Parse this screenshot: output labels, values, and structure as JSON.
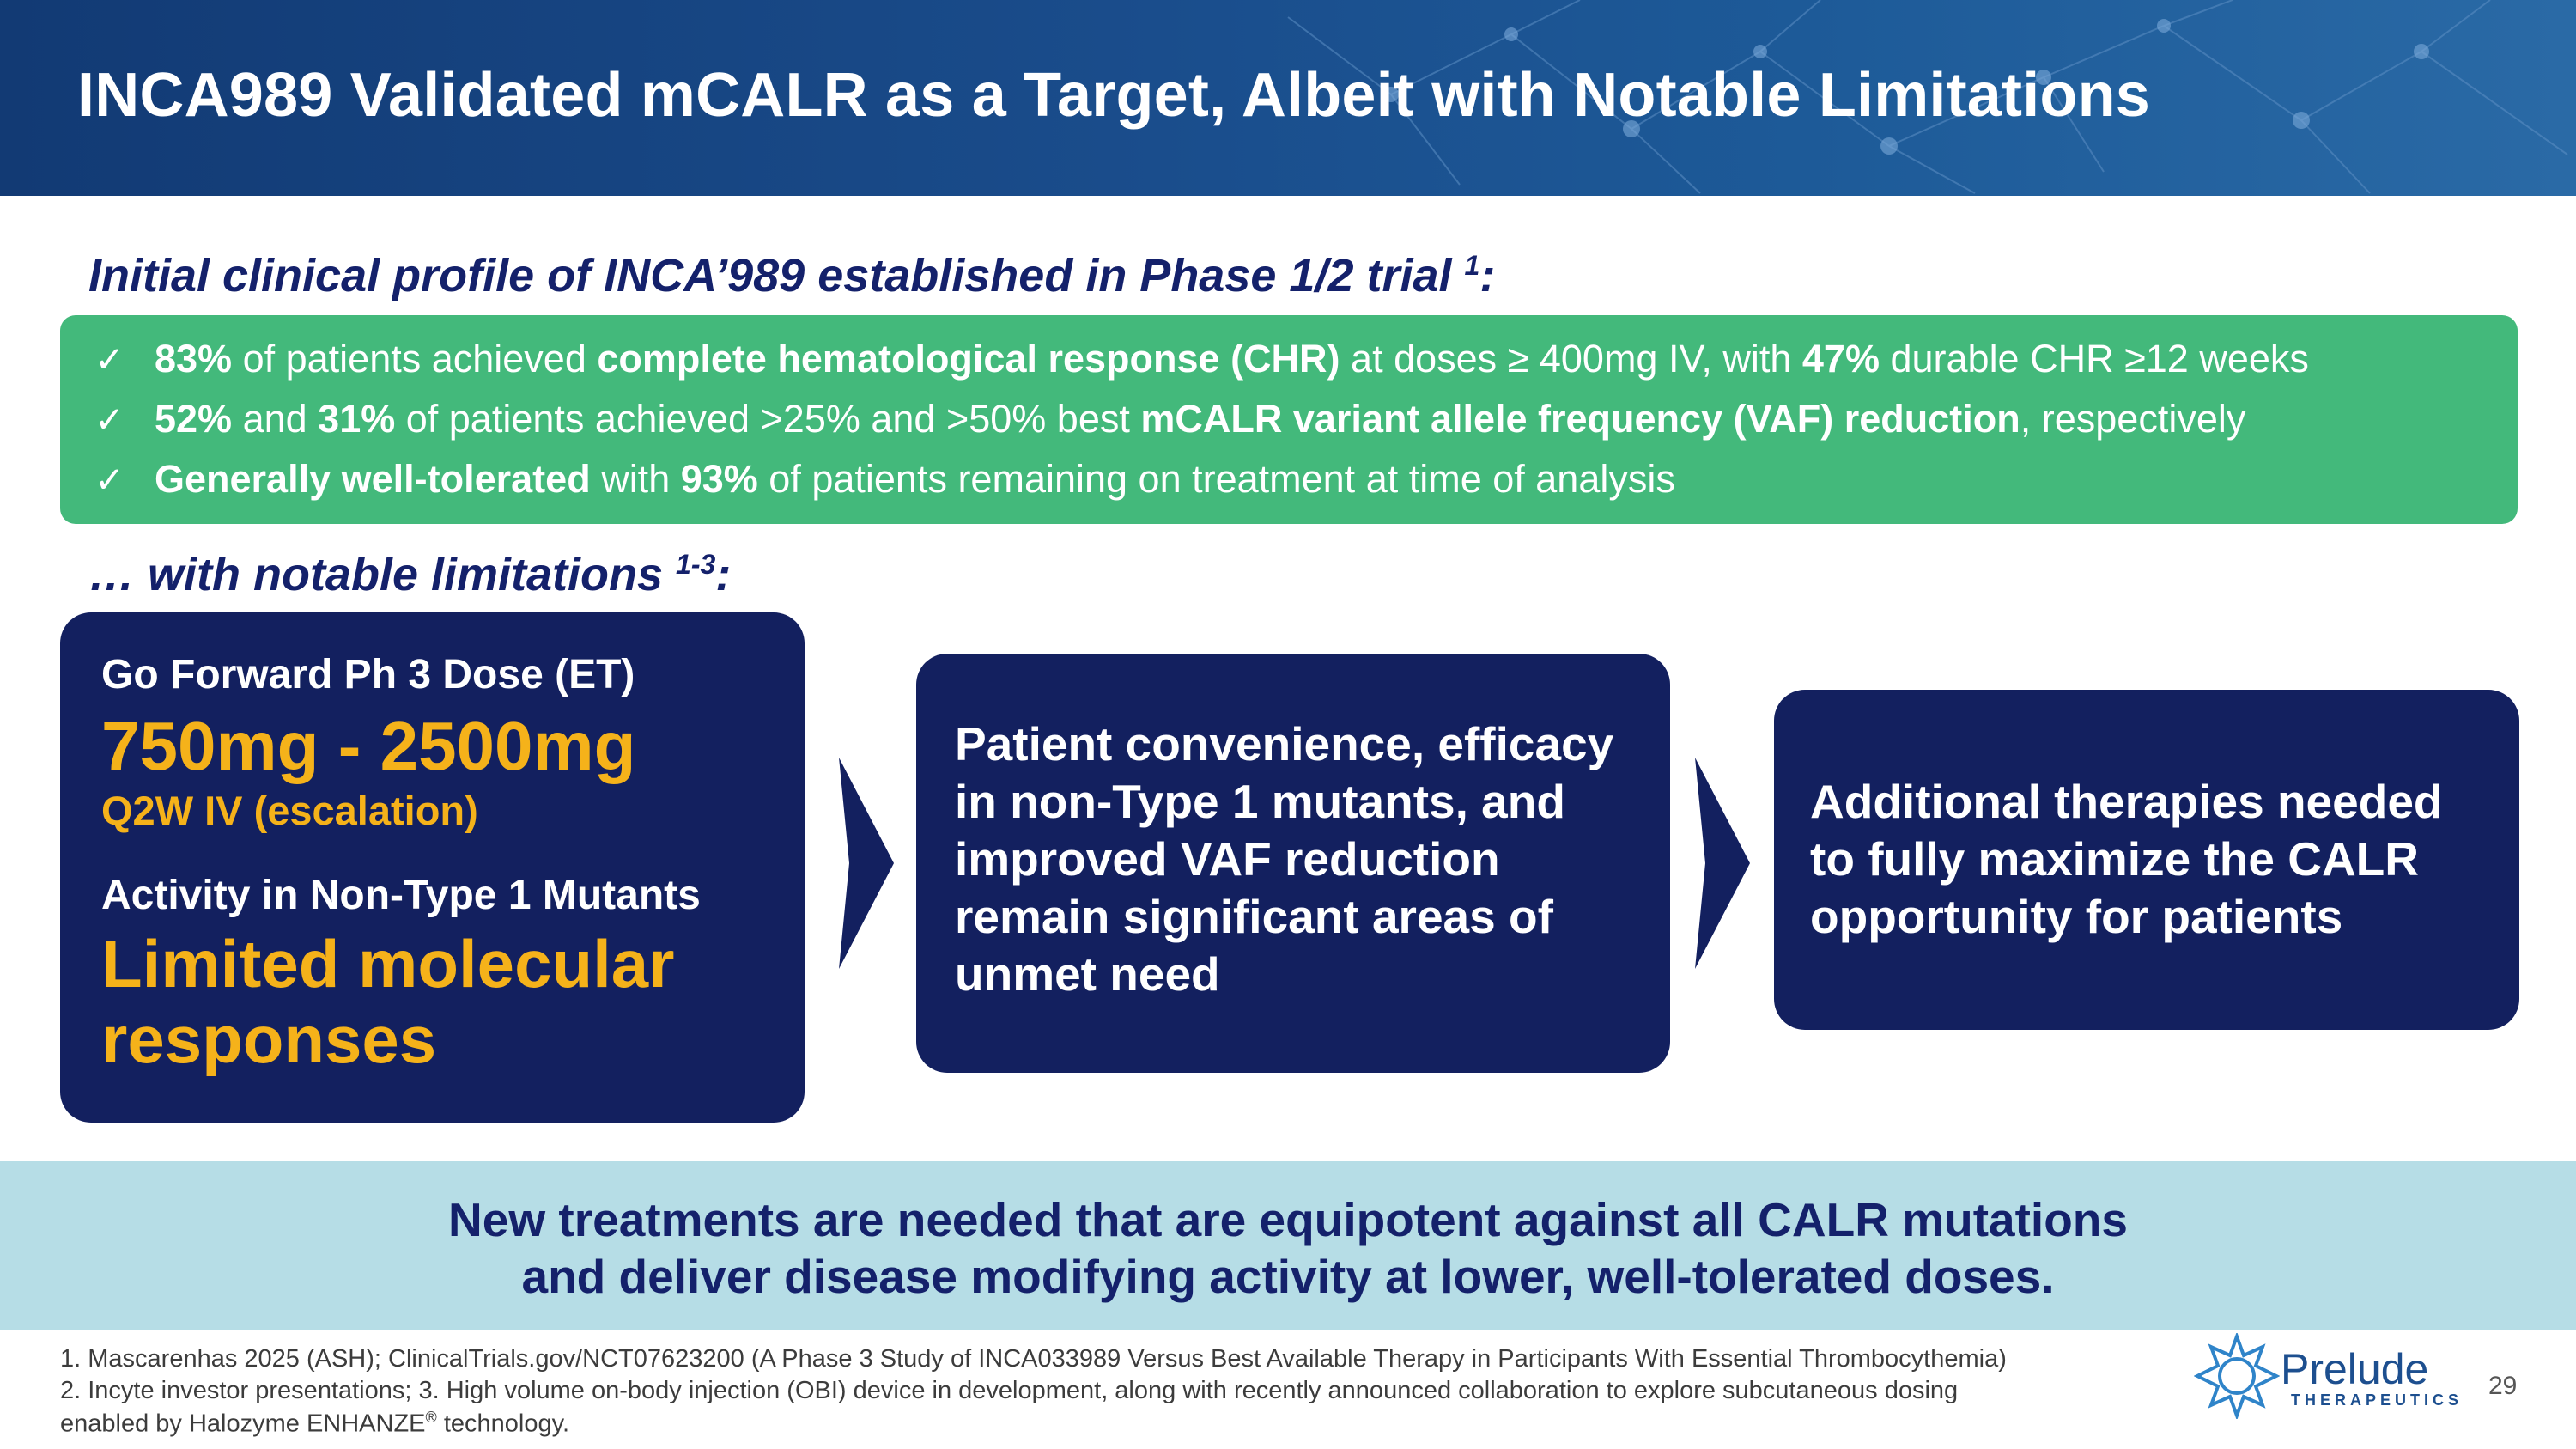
{
  "header": {
    "title": "INCA989 Validated mCALR as a Target, Albeit with Notable Limitations"
  },
  "profile": {
    "heading": "Initial clinical profile of INCA’989 established in Phase 1/2 trial",
    "heading_sup": "1",
    "heading_suffix": ":",
    "bullets": [
      {
        "icon": "checkmark-icon",
        "b1": "83%",
        "t1": " of patients achieved ",
        "b2": "complete hematological response (CHR)",
        "t2": " at doses ≥ 400mg IV, with ",
        "b3": "47%",
        "t3": " durable CHR ≥12 weeks"
      },
      {
        "icon": "checkmark-icon",
        "b1": "52%",
        "t1": " and ",
        "b2": "31%",
        "t2": " of patients achieved >25% and >50% best ",
        "b3": "mCALR variant allele frequency (VAF) reduction",
        "t3": ", respectively"
      },
      {
        "icon": "checkmark-icon",
        "b1": "Generally well-tolerated",
        "t1": " with ",
        "b2": "93%",
        "t2": " of patients remaining on treatment at time of analysis"
      }
    ]
  },
  "limitations": {
    "heading": "… with notable limitations",
    "heading_sup": "1-3",
    "heading_suffix": ":"
  },
  "card1": {
    "dose_label": "Go Forward Ph 3 Dose (ET)",
    "dose_value": "750mg - 2500mg",
    "dose_sub": "Q2W IV (escalation)",
    "activity_label": "Activity in Non-Type 1 Mutants",
    "activity_value_line1": "Limited molecular",
    "activity_value_line2": "responses"
  },
  "card2": {
    "lines": [
      "Patient convenience, efficacy",
      "in non-Type 1 mutants, and",
      "improved VAF reduction",
      "remain significant areas of",
      "unmet need"
    ]
  },
  "card3": {
    "lines": [
      "Additional therapies needed",
      "to fully maximize the CALR",
      "opportunity for patients"
    ]
  },
  "banner": {
    "line1": "New treatments are needed that are equipotent against all CALR mutations",
    "line2": "and deliver disease modifying activity at lower, well-tolerated doses."
  },
  "footnotes": {
    "line1": "1. Mascarenhas 2025 (ASH); ClinicalTrials.gov/NCT07623200 (A Phase 3 Study of INCA033989 Versus Best Available Therapy in Participants With Essential Thrombocythemia)",
    "line2": "2. Incyte investor presentations; 3. High volume on-body injection (OBI) device in development, along with recently announced collaboration to explore subcutaneous dosing",
    "line3_prefix": "enabled by Halozyme ENHANZE",
    "line3_sup": "®",
    "line3_suffix": " technology."
  },
  "logo": {
    "name": "Prelude",
    "sub": "THERAPEUTICS",
    "icon": "prelude-logo-icon"
  },
  "page_number": "29",
  "colors": {
    "header_bg": "#1a4d8c",
    "green": "#43b97b",
    "navy": "#13205f",
    "gold": "#f5b21a",
    "banner_bg": "#b6dde6"
  }
}
